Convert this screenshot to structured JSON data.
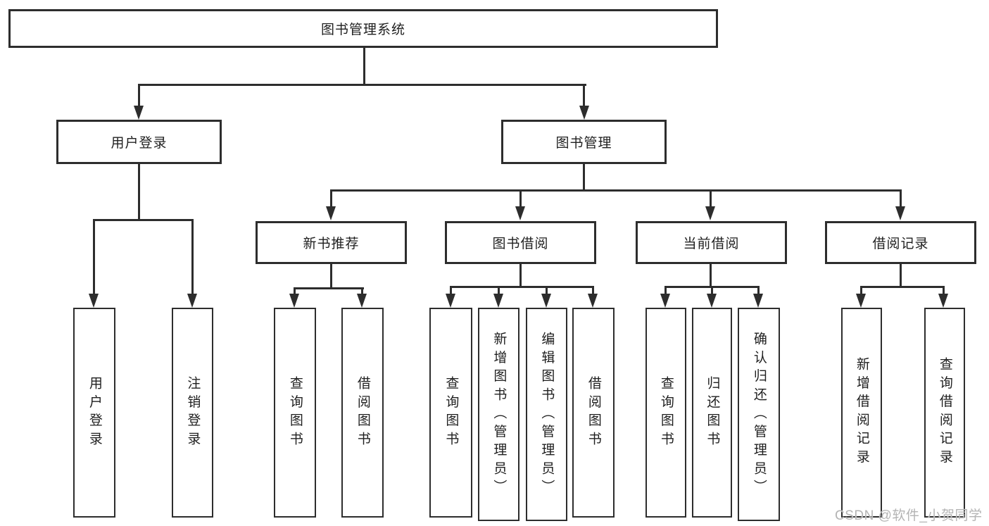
{
  "diagram": {
    "title": "图书管理系统",
    "root": "图书管理系统",
    "branches": {
      "user_login": "用户登录",
      "book_management": "图书管理"
    },
    "modules": {
      "new_book_recommend": "新书推荐",
      "book_borrow": "图书借阅",
      "current_borrow": "当前借阅",
      "borrow_record": "借阅记录"
    },
    "leaves": {
      "user_login": [
        "用户登录",
        "注销登录"
      ],
      "new_book_recommend": [
        "查询图书",
        "借阅图书"
      ],
      "book_borrow": [
        "查询图书",
        "新增图书（管理员）",
        "编辑图书（管理员）",
        "借阅图书"
      ],
      "current_borrow": [
        "查询图书",
        "归还图书",
        "确认归还（管理员）"
      ],
      "borrow_record": [
        "新增借阅记录",
        "查询借阅记录"
      ]
    }
  },
  "watermark": "CSDN @软件_小贺同学",
  "colors": {
    "line": "#2d2d2d",
    "background": "#ffffff",
    "watermark": "#b4b4b4"
  }
}
